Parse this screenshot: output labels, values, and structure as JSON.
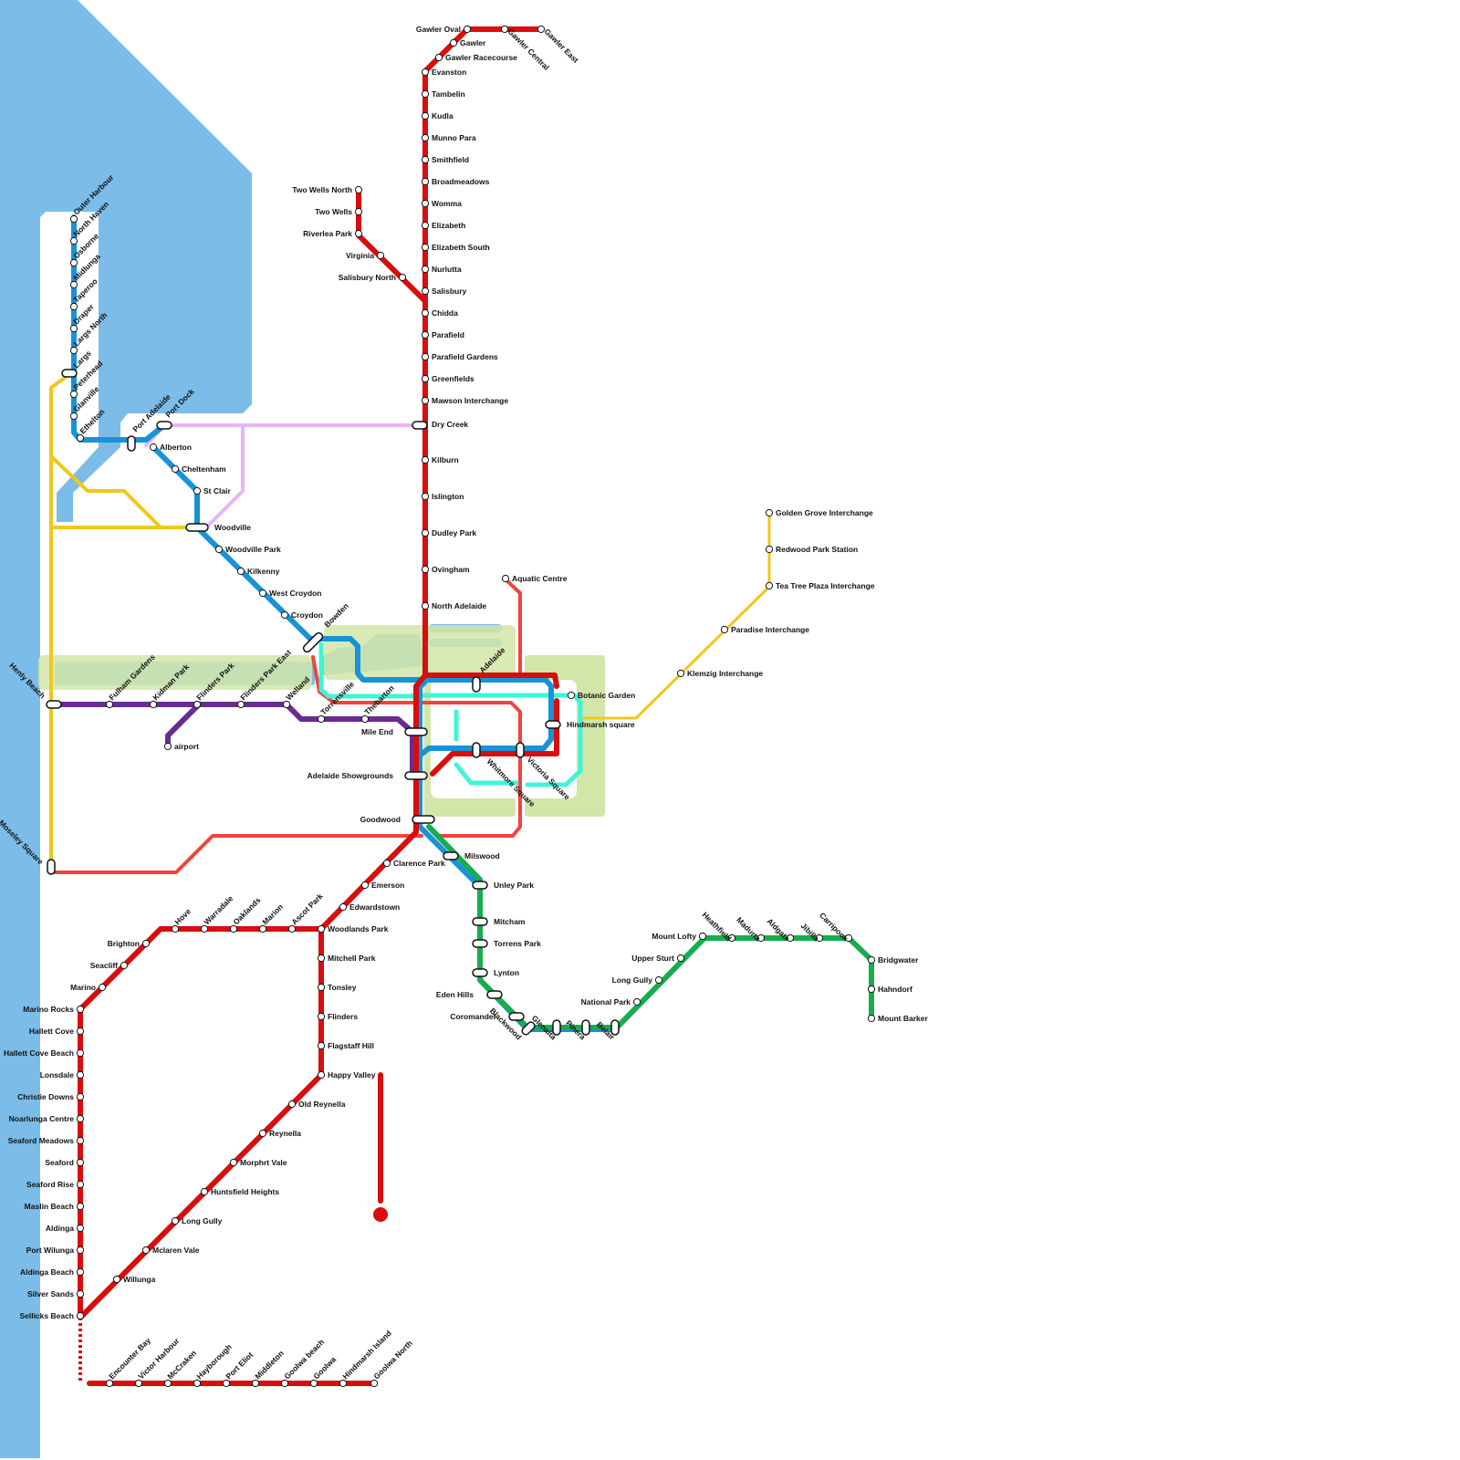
{
  "colors": {
    "water": "#7bbce8",
    "park": "#d2e6a8",
    "red": "#d80d0d",
    "blue": "#1793d6",
    "yellow": "#efc81a",
    "purple": "#6a2c91",
    "lilac": "#e8b4f8",
    "coral": "#f2433a",
    "aqua": "#3ff5d8",
    "green": "#16ad4e"
  },
  "stations": {
    "gawler_oval": "Gawler Oval",
    "gawler": "Gawler",
    "gawler_racecourse": "Gawler Racecourse",
    "gawler_central": "Gawler Central",
    "gawler_east": "Gawler East",
    "evanston": "Evanston",
    "tambelin": "Tambelin",
    "kudla": "Kudla",
    "munno_para": "Munno Para",
    "smithfield": "Smithfield",
    "broadmeadows": "Broadmeadows",
    "womma": "Womma",
    "elizabeth": "Elizabeth",
    "elizabeth_south": "Elizabeth South",
    "nurlutta": "Nurlutta",
    "salisbury": "Salisbury",
    "chidda": "Chidda",
    "parafield": "Parafield",
    "parafield_gardens": "Parafield Gardens",
    "greenfields": "Greenfields",
    "mawson_interchange": "Mawson Interchange",
    "dry_creek": "Dry Creek",
    "kilburn": "Kilburn",
    "islington": "Islington",
    "dudley_park": "Dudley Park",
    "ovingham": "Ovingham",
    "north_adelaide": "North Adelaide",
    "two_wells_north": "Two Wells North",
    "two_wells": "Two Wells",
    "riverlea_park": "Riverlea Park",
    "virginia": "Virginia",
    "salisbury_north": "Salisbury North",
    "outer_harbour": "Outer Harbour",
    "north_haven": "North Haven",
    "osborne": "Osborne",
    "midlunga": "Midlunga",
    "taperoo": "Taperoo",
    "draper": "Draper",
    "largs_north": "Largs North",
    "largs": "Largs",
    "peterhead": "Peterhead",
    "glanville": "Glanville",
    "ethelton": "Ethelton",
    "port_adelaide": "Port Adelaide",
    "port_dock": "Port Dock",
    "alberton": "Alberton",
    "cheltenham": "Cheltenham",
    "st_clair": "St Clair",
    "woodville": "Woodville",
    "woodville_park": "Woodville Park",
    "kilkenny": "Kilkenny",
    "west_croydon": "West Croydon",
    "croydon": "Croydon",
    "bowden": "Bowden",
    "henly_beach": "Henly Beach",
    "fulham_gardens": "Fulham Gardens",
    "kidman_park": "Kidman Park",
    "flinders_park": "Flinders Park",
    "flinders_park_east": "Flinders Park East",
    "welland": "Welland",
    "torrensville": "Torrensville",
    "thebarton": "Thebarton",
    "airport": "airport",
    "mile_end": "Mile End",
    "adelaide_showgrounds": "Adelaide Showgrounds",
    "goodwood": "Goodwood",
    "adelaide": "Adelaide",
    "aquatic_centre": "Aquatic Centre",
    "botanic_garden": "Botanic Garden",
    "hindmarsh_square": "Hindmarsh square",
    "whitmore_square": "Whitmore Square",
    "victoria_square": "Victoria Square",
    "golden_grove": "Golden Grove Interchange",
    "redwood_park": "Redwood Park Station",
    "tea_tree_plaza": "Tea Tree Plaza Interchange",
    "paradise": "Paradise Interchange",
    "klemzig": "Klemzig Interchange",
    "moseley_square": "Moseley Square",
    "clarence_park": "Clarence Park",
    "emerson": "Emerson",
    "edwardstown": "Edwardstown",
    "woodlands_park": "Woodlands Park",
    "ascot_park": "Ascot Park",
    "marion": "Marion",
    "oaklands": "Oaklands",
    "warradale": "Warradale",
    "hove": "Hove",
    "brighton": "Brighton",
    "seacliff": "Seacliff",
    "marino": "Marino",
    "marino_rocks": "Marino Rocks",
    "hallett_cove": "Hallett Cove",
    "hallett_cove_beach": "Hallett Cove Beach",
    "lonsdale": "Lonsdale",
    "christie_downs": "Christie Downs",
    "noarlunga_centre": "Noarlunga Centre",
    "seaford_meadows": "Seaford Meadows",
    "seaford": "Seaford",
    "seaford_rise": "Seaford Rise",
    "maslin_beach": "Maslin Beach",
    "aldinga": "Aldinga",
    "port_wilunga": "Port Wilunga",
    "aldinga_beach": "Aldinga Beach",
    "silver_sands": "Silver Sands",
    "sellicks_beach": "Sellicks Beach",
    "mitchell_park": "Mitchell Park",
    "tonsley": "Tonsley",
    "flinders": "Flinders",
    "flagstaff_hill": "Flagstaff Hill",
    "happy_valley": "Happy Valley",
    "old_reynella": "Old Reynella",
    "reynella": "Reynella",
    "morphrt_vale": "Morphrt Vale",
    "huntsfield_heights": "Huntsfield Heights",
    "long_gully_south": "Long Gully",
    "mclaren_vale": "Mclaren Vale",
    "willunga": "Willunga",
    "encounter_bay": "Encounter Bay",
    "victor_harbour": "Victor Harbour",
    "mccraken": "McCraken",
    "hayborough": "Hayborough",
    "port_eliot": "Port Eliot",
    "middleton": "Middleton",
    "goolwa_beach": "Goolwa beach",
    "goolwa": "Goolwa",
    "hindmarsh_island": "Hindmarsh Island",
    "goolwa_north": "Goolwa North",
    "milswood": "Milswood",
    "unley_park": "Unley Park",
    "mitcham": "Mitcham",
    "torrens_park": "Torrens Park",
    "lynton": "Lynton",
    "eden_hills": "Eden Hills",
    "coromandel": "Coromandel",
    "blackwood": "Blackwood",
    "glenalta": "Glenalta",
    "pinera": "Pinera",
    "belair": "Belair",
    "national_park": "National Park",
    "long_gully_hills": "Long Gully",
    "upper_sturt": "Upper Sturt",
    "mount_lofty": "Mount Lofty",
    "heathfield": "Heathfield",
    "madurta": "Madurta",
    "aldgate": "Aldgate",
    "jibilla": "Jibilla",
    "carripook": "Carripook",
    "bridgwater": "Bridgwater",
    "hahndorf": "Hahndorf",
    "mount_barker": "Mount Barker"
  }
}
